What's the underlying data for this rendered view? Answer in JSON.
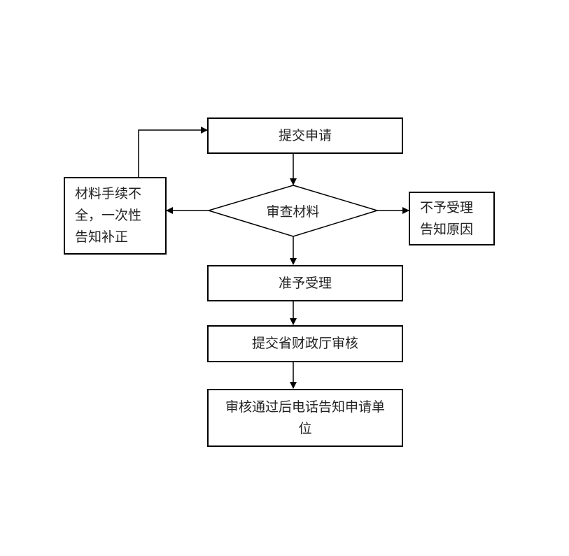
{
  "flowchart": {
    "submit": "提交申请",
    "review": "审查材料",
    "incomplete": "材料手续不全，一次性告知补正",
    "reject": "不予受理告知原因",
    "accept": "准予受理",
    "provincial_review": "提交省财政厅审核",
    "notify": "审核通过后电话告知申请单位"
  }
}
